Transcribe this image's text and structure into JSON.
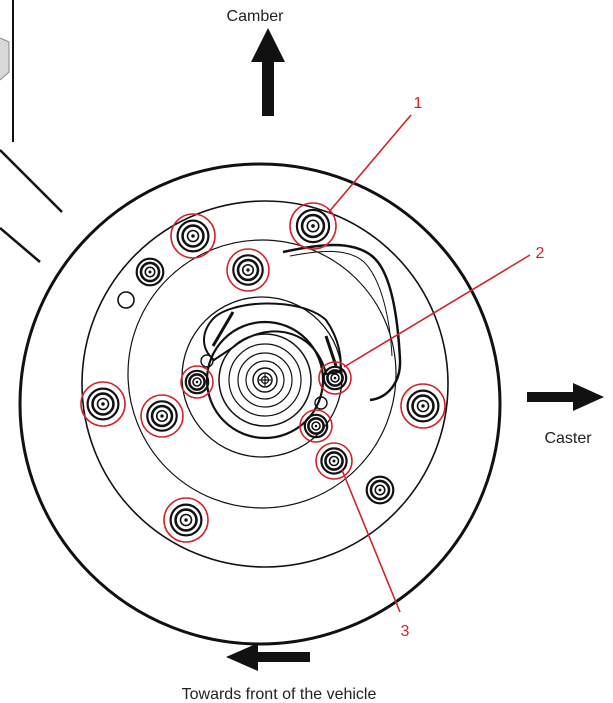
{
  "labels": {
    "camber": "Camber",
    "caster": "Caster",
    "front": "Towards front of the vehicle"
  },
  "callouts": [
    {
      "id": "1",
      "text": "1"
    },
    {
      "id": "2",
      "text": "2"
    },
    {
      "id": "3",
      "text": "3"
    }
  ],
  "colors": {
    "callout": "#d2232a",
    "ink": "#111111"
  },
  "icons": {
    "up": "arrow-up-icon",
    "right": "arrow-right-icon",
    "left": "arrow-left-icon"
  }
}
